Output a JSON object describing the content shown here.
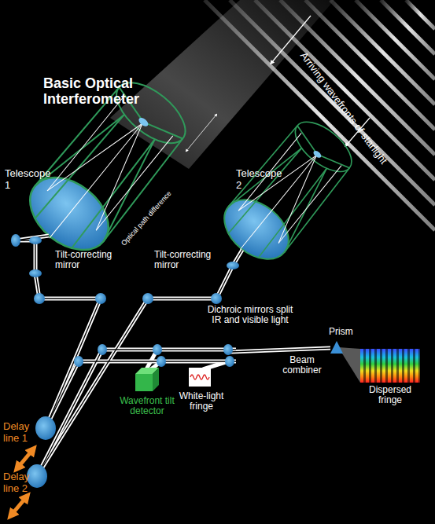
{
  "diagram": {
    "title": "Basic Optical Interferometer",
    "labels": [
      "Arriving wavefronts of starlight",
      "Telescope 1",
      "Optical path difference",
      "Telescope 2",
      "Tilt-correcting mirror",
      "Tilt-correcting mirror",
      "Dichroic mirrors split IR and visible light",
      "Prism",
      "Beam combiner",
      "Delay line 1",
      "Wavefront tilt detector",
      "White-light fringe",
      "Dispersed fringe",
      "Delay line 2"
    ]
  }
}
